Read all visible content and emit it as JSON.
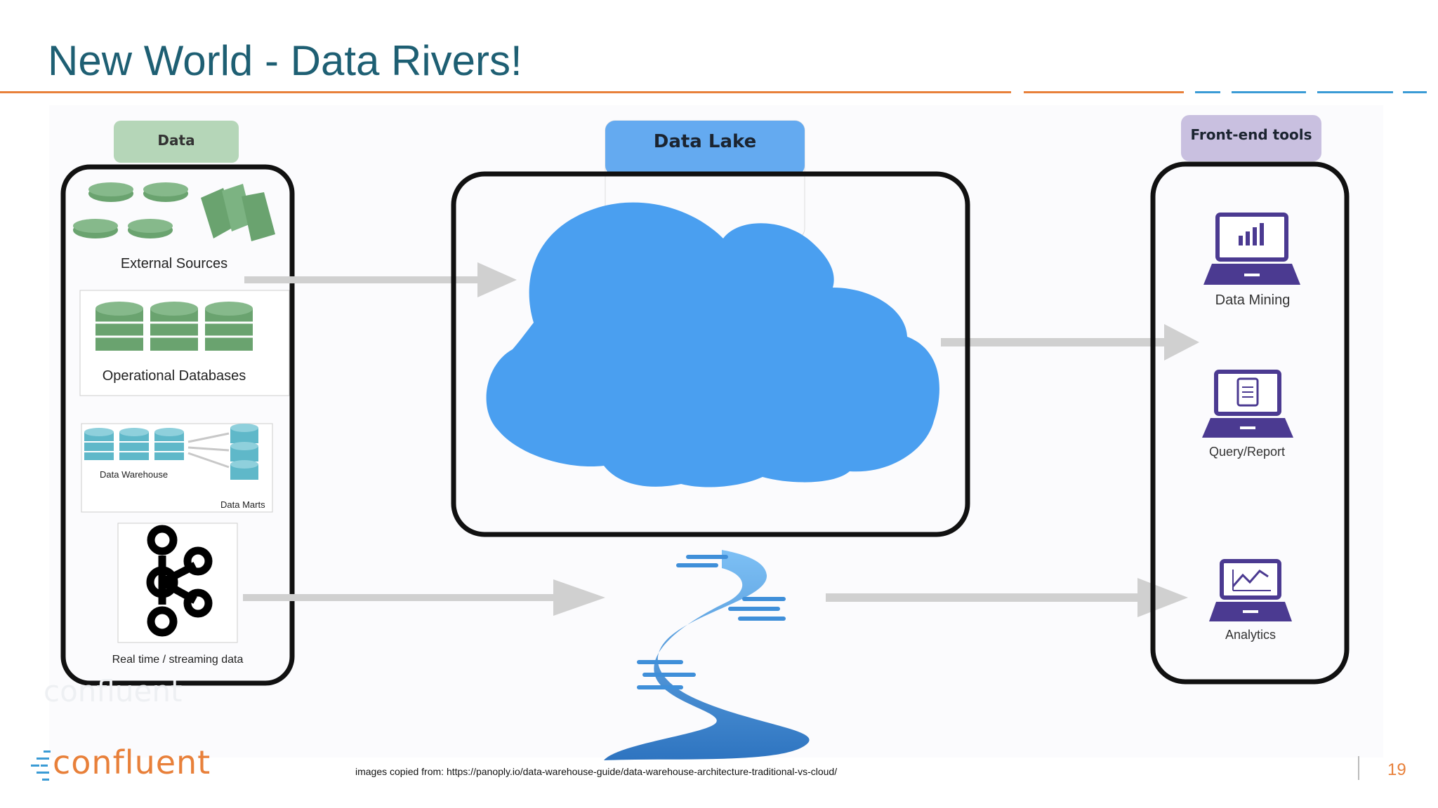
{
  "slide": {
    "title": "New World - Data Rivers!",
    "page_number": "19",
    "source_note": "images copied from: https://panoply.io/data-warehouse-guide/data-warehouse-architecture-traditional-vs-cloud/",
    "logo_text": "confluent",
    "colors": {
      "title": "#1e5f73",
      "rule_orange": "#e8803a",
      "rule_blue": "#3a9bd5",
      "cloud": "#4a9ff0",
      "river": "#3f8fd9",
      "data_tab": "#b5d6b8",
      "lake_tab": "#64aaf0",
      "frontend_tab": "#c9c0e0",
      "db_green": "#6aa36f",
      "dw_teal": "#5fb8c9",
      "laptop_purple": "#4b3a91"
    }
  },
  "diagram": {
    "data_column": {
      "tab_label": "Data",
      "items": [
        {
          "label": "External Sources",
          "icon": "database-stack-and-documents-icon"
        },
        {
          "label": "Operational Databases",
          "icon": "database-cylinders-icon"
        },
        {
          "label": "Data Warehouse",
          "icon": "data-warehouse-icon"
        },
        {
          "label": "Data Marts",
          "icon": "data-marts-icon"
        },
        {
          "label": "Real time / streaming data",
          "icon": "kafka-logo-icon"
        }
      ]
    },
    "data_lake": {
      "tab_label": "Data Lake",
      "icon": "cloud-icon"
    },
    "river": {
      "icon": "river-icon"
    },
    "frontend_column": {
      "tab_label": "Front-end tools",
      "items": [
        {
          "label": "Data Mining",
          "icon": "laptop-chart-icon"
        },
        {
          "label": "Query/Report",
          "icon": "laptop-clipboard-icon"
        },
        {
          "label": "Analytics",
          "icon": "laptop-line-chart-icon"
        }
      ]
    },
    "watermark": "confluent"
  }
}
